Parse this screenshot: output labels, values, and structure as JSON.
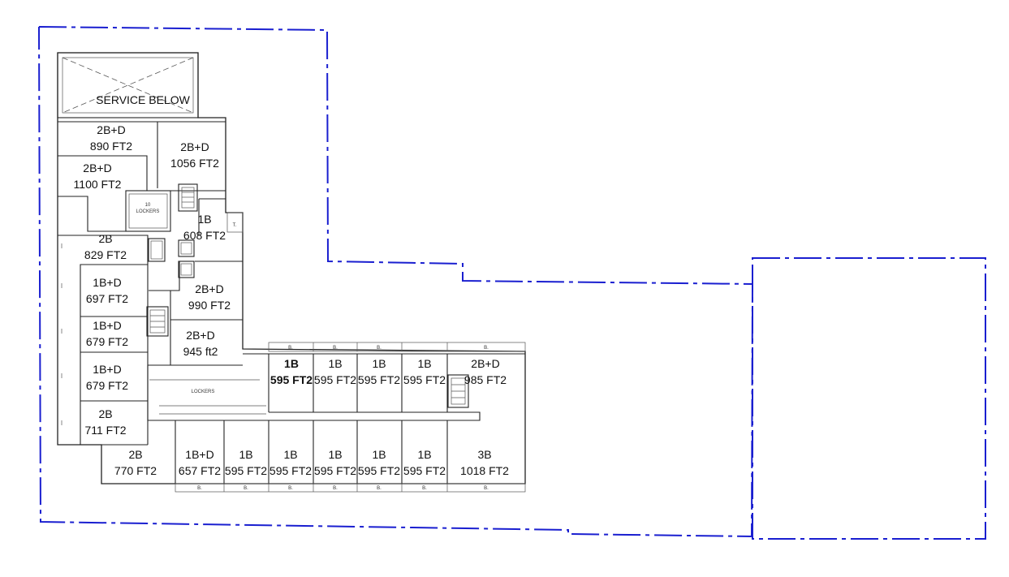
{
  "plan": {
    "service_label": "SERVICE BELOW",
    "units": [
      {
        "id": "u1",
        "type": "2B+D",
        "area": "890 FT2"
      },
      {
        "id": "u2",
        "type": "2B+D",
        "area": "1056 FT2"
      },
      {
        "id": "u3",
        "type": "2B+D",
        "area": "1100 FT2"
      },
      {
        "id": "u4",
        "type": "1B",
        "area": "608 FT2"
      },
      {
        "id": "u5",
        "type": "2B",
        "area": "829 FT2"
      },
      {
        "id": "u6",
        "type": "1B+D",
        "area": "697 FT2"
      },
      {
        "id": "u7",
        "type": "2B+D",
        "area": "990 FT2"
      },
      {
        "id": "u8",
        "type": "1B+D",
        "area": "679 FT2"
      },
      {
        "id": "u9",
        "type": "2B+D",
        "area": "945 ft2"
      },
      {
        "id": "u10",
        "type": "1B+D",
        "area": "679 FT2"
      },
      {
        "id": "u11",
        "type": "2B",
        "area": "711 FT2"
      },
      {
        "id": "u12",
        "type": "2B",
        "area": "770 FT2"
      },
      {
        "id": "u13",
        "type": "1B+D",
        "area": "657 FT2"
      },
      {
        "id": "u14",
        "type": "1B",
        "area": "595 FT2"
      },
      {
        "id": "u15",
        "type": "1B",
        "area": "595 FT2"
      },
      {
        "id": "u16",
        "type": "1B",
        "area": "595 FT2"
      },
      {
        "id": "u17",
        "type": "1B",
        "area": "595 FT2"
      },
      {
        "id": "u18",
        "type": "1B",
        "area": "595 FT2"
      },
      {
        "id": "u19",
        "type": "3B",
        "area": "1018 FT2"
      },
      {
        "id": "u20",
        "type": "1B",
        "area": "595 FT2"
      },
      {
        "id": "u21",
        "type": "1B",
        "area": "595 FT2"
      },
      {
        "id": "u22",
        "type": "1B",
        "area": "595 FT2"
      },
      {
        "id": "u23",
        "type": "1B",
        "area": "595 FT2"
      },
      {
        "id": "u24",
        "type": "2B+D",
        "area": "985 FT2"
      }
    ],
    "balcony_label": "B.",
    "lockers_label": "LOCKERS",
    "lockers_count": "10",
    "t_label": "T."
  }
}
